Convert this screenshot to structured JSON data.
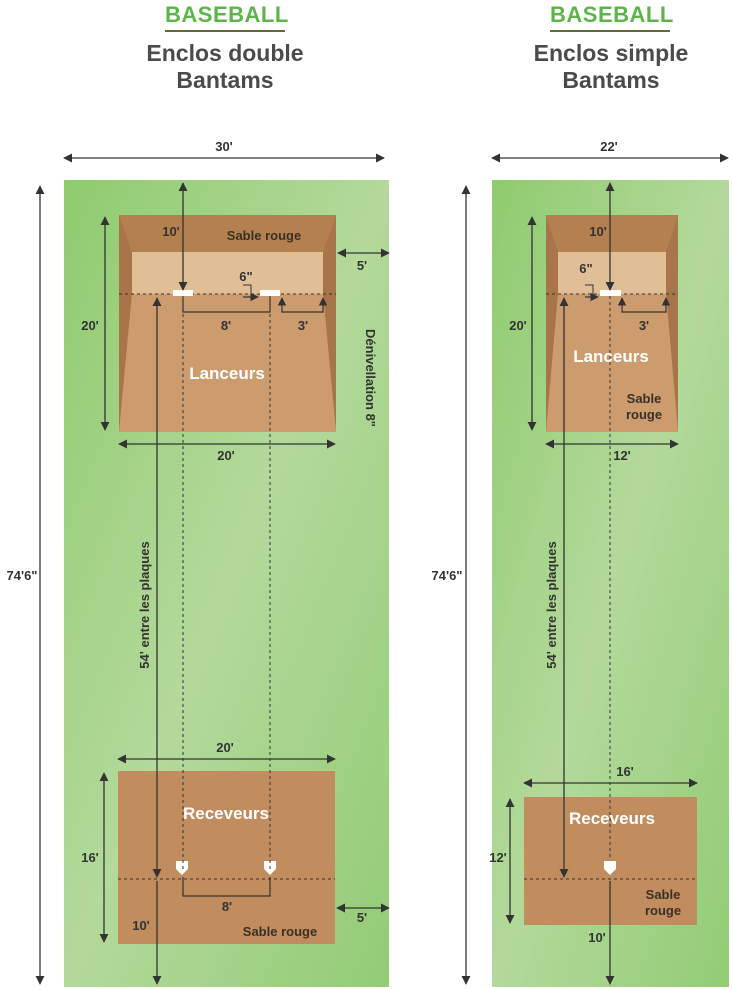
{
  "colors": {
    "accent_green": "#5db54a",
    "field_green": "#a9d48e",
    "clay": "#c9976a",
    "clay_light": "#e3c39b",
    "clay_dark": "#a87849",
    "ink": "#333333"
  },
  "left": {
    "kicker": "BASEBALL",
    "title_line1": "Enclos double",
    "title_line2": "Bantams",
    "width_dim": "30'",
    "length_dim": "74'6\"",
    "mound_top_dim": "10'",
    "mound_sand": "Sable rouge",
    "mound_offset_dim": "5'",
    "plate_drop_dim": "6\"",
    "mound_depth_dim": "20'",
    "rubber_spacing_dim": "8'",
    "rubber_edge_dim": "3'",
    "mound_label": "Lanceurs",
    "slope_label": "Dénivellation 8\"",
    "mound_width_dim": "20'",
    "distance_label": "54' entre les plaques",
    "catcher_width_dim": "20'",
    "catcher_label": "Receveurs",
    "catcher_depth_dim": "16'",
    "plate_spacing_dim": "8'",
    "catcher_offset_dim": "5'",
    "catcher_back_dim": "10'",
    "catcher_sand": "Sable rouge"
  },
  "right": {
    "kicker": "BASEBALL",
    "title_line1": "Enclos simple",
    "title_line2": "Bantams",
    "width_dim": "22'",
    "length_dim": "74'6\"",
    "mound_top_dim": "10'",
    "plate_drop_dim": "6\"",
    "mound_depth_dim": "20'",
    "rubber_edge_dim": "3'",
    "mound_label": "Lanceurs",
    "mound_sand_line1": "Sable",
    "mound_sand_line2": "rouge",
    "mound_width_dim": "12'",
    "distance_label": "54' entre les plaques",
    "catcher_width_dim": "16'",
    "catcher_label": "Receveurs",
    "catcher_depth_dim": "12'",
    "catcher_sand_line1": "Sable",
    "catcher_sand_line2": "rouge",
    "catcher_back_dim": "10'"
  }
}
